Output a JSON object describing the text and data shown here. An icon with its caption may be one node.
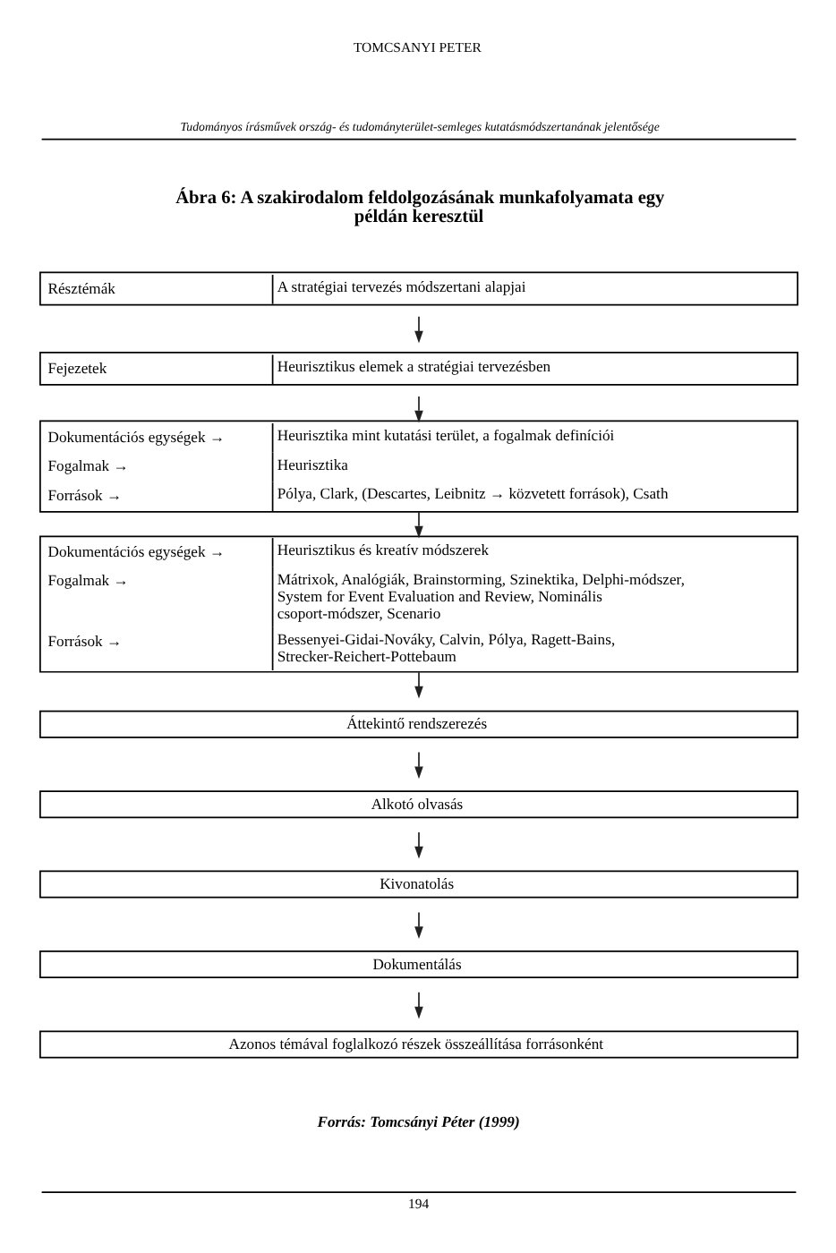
{
  "diagram": {
    "title": "Ábra 6: A szakirodalom feldolgozásának munkafolyamata egy példán keresztül",
    "caption": "Forrás: Tomcsányi Péter (1999)",
    "nodes": [
      {
        "text": [
          "Résztémák",
          "A stratégiai tervezés módszertani alapjai"
        ]
      },
      {
        "text": [
          "Fejezetek",
          "Heurisztikus elemek a stratégiai tervezésben"
        ]
      },
      {
        "text": [
          "Dokumentációs egységek →",
          "Heurisztika mint kutatási terület, a fogalmak definíciói",
          "Fogalmak →",
          "Heurisztika",
          "Források →",
          "Pólya, Clark, (Descartes, Leibnitz → közvetett források), Csath"
        ]
      },
      {
        "text": [
          "Dokumentációs egységek →",
          "Heurisztikus és kreatív módszerek",
          "Fogalmak →",
          "Mátrixok, Analógiák, Brainstorming, Szinektika, Delphi-módszer, System for Event Evaluation and Review, Nominális csoport-módszer, Scenario",
          "Források →",
          "Bessenyei-Gidai-Nováky, Calvin, Pólya, Ragett-Bains, Strecker-Reichert-Pottebaum"
        ]
      },
      {
        "text": [
          "Áttekintő rendszerezés"
        ]
      },
      {
        "text": [
          "Alkotó olvasás"
        ]
      },
      {
        "text": [
          "Kivonatolás"
        ]
      },
      {
        "text": [
          "Dokumentálás"
        ]
      },
      {
        "text": [
          "Azonos témával foglalkozó részek összeállítása forrásonként"
        ]
      }
    ],
    "edges": [
      {
        "from": 0,
        "to": 1,
        "arrow": "to"
      },
      {
        "from": 1,
        "to": 2,
        "arrow": "to"
      },
      {
        "from": 2,
        "to": 3,
        "arrow": "to"
      },
      {
        "from": 3,
        "to": 4,
        "arrow": "to"
      },
      {
        "from": 4,
        "to": 5,
        "arrow": "to"
      },
      {
        "from": 5,
        "to": 6,
        "arrow": "to"
      },
      {
        "from": 6,
        "to": 7,
        "arrow": "to"
      },
      {
        "from": 7,
        "to": 8,
        "arrow": "to"
      }
    ],
    "labels": [
      "TOMCSANYI PETER",
      "Tudományos írásművek ország- és tudományterület-semleges kutatásmódszertanának jelentősége",
      "194"
    ]
  }
}
